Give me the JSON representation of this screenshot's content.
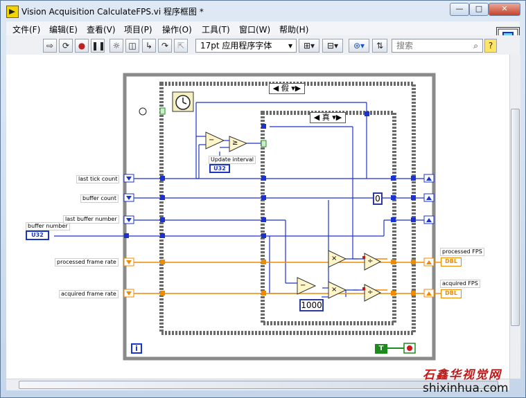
{
  "window": {
    "title": "Vision Acquisition CalculateFPS.vi 程序框图 *",
    "min_label": "—",
    "max_label": "□",
    "close_label": "✕"
  },
  "menu": [
    "文件(F)",
    "编辑(E)",
    "查看(V)",
    "项目(P)",
    "操作(O)",
    "工具(T)",
    "窗口(W)",
    "帮助(H)"
  ],
  "toolbar": {
    "font": "17pt 应用程序字体",
    "search_placeholder": "搜索",
    "help_label": "?"
  },
  "diagram": {
    "case_outer_selector": "假",
    "case_inner_selector": "真",
    "update_interval_label": "Update interval",
    "update_interval_type": "U32",
    "buffer_number_label": "buffer number",
    "buffer_number_type": "U32",
    "inputs": [
      "last tick count",
      "buffer count",
      "last buffer number",
      "processed frame rate",
      "acquired frame rate"
    ],
    "constant_zero": "0",
    "constant_1000": "1000",
    "out_processed_label": "processed FPS",
    "out_processed_type": "DBL",
    "out_acquired_label": "acquired FPS",
    "out_acquired_type": "DBL",
    "true_constant": "T",
    "info_label": "i",
    "subtract": "−",
    "greater_equal": "≥",
    "multiply": "×",
    "divide": "÷"
  },
  "watermark": {
    "cn": "石鑫华视觉网",
    "url": "shixinhua.com"
  },
  "colors": {
    "wire_int": "#1a33cc",
    "wire_dbl": "#f08a00",
    "frame": "#8a8a8a"
  }
}
